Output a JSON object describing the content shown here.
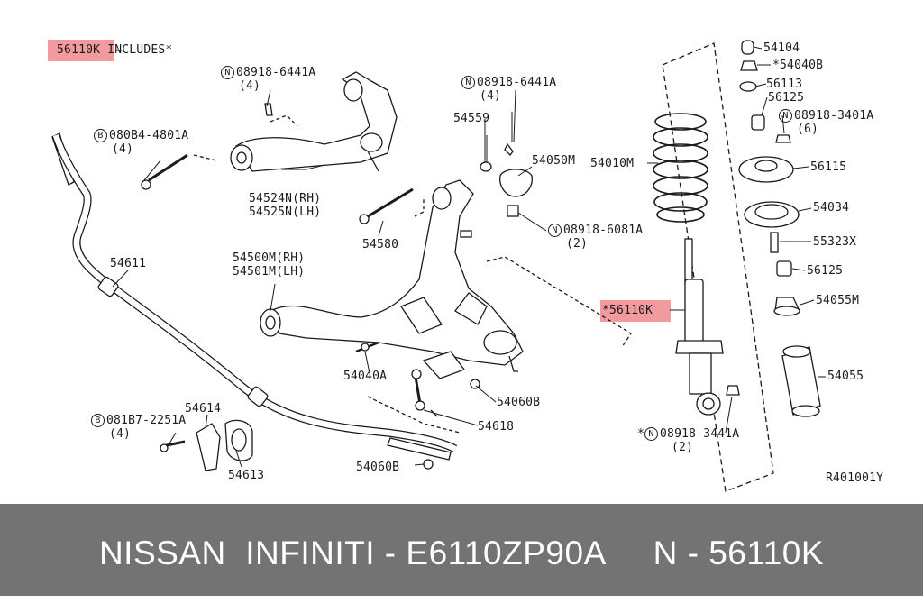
{
  "diagram": {
    "includes_note": {
      "part": "56110K",
      "text": "INCLUDES",
      "mark": "*"
    },
    "labels": {
      "n1": {
        "prefix": "N",
        "text": "08918-6441A",
        "qty": "(4)"
      },
      "b1": {
        "prefix": "B",
        "text": "080B4-4801A",
        "qty": "(4)"
      },
      "arm_upper_rh": "54524N(RH)",
      "arm_upper_lh": "54525N(LH)",
      "bolt_54580": "54580",
      "n2": {
        "prefix": "N",
        "text": "08918-6441A",
        "qty": "(4)"
      },
      "p54559": "54559",
      "p54050m": "54050M",
      "n3": {
        "prefix": "N",
        "text": "08918-6081A",
        "qty": "(2)"
      },
      "stab_bar": "54611",
      "arm_lower_rh": "54500M(RH)",
      "arm_lower_lh": "54501M(LH)",
      "p54040a": "54040A",
      "p54060b_1": "54060B",
      "p54618": "54618",
      "p54614": "54614",
      "b2": {
        "prefix": "B",
        "text": "081B7-2251A",
        "qty": "(4)"
      },
      "p54613": "54613",
      "p54060b_2": "54060B",
      "p54010m": "54010M",
      "shock": "*56110K",
      "n4": {
        "mark": "*",
        "prefix": "N",
        "text": "08918-3441A",
        "qty": "(2)"
      },
      "p54104": "54104",
      "p54040b": "*54040B",
      "p56113": "56113",
      "p56125a": "56125",
      "n5": {
        "prefix": "N",
        "text": "08918-3401A",
        "qty": "(6)"
      },
      "p56115": "56115",
      "p54034": "54034",
      "p55323x": "55323X",
      "p56125b": "56125",
      "p54055m": "54055M",
      "p54055": "54055",
      "ref": "R401001Y"
    }
  },
  "footer": {
    "text": "NISSAN  INFINITI - E6110ZP90A     N - 56110K",
    "background": "#737373",
    "highlight_color": "#f29a9e"
  }
}
